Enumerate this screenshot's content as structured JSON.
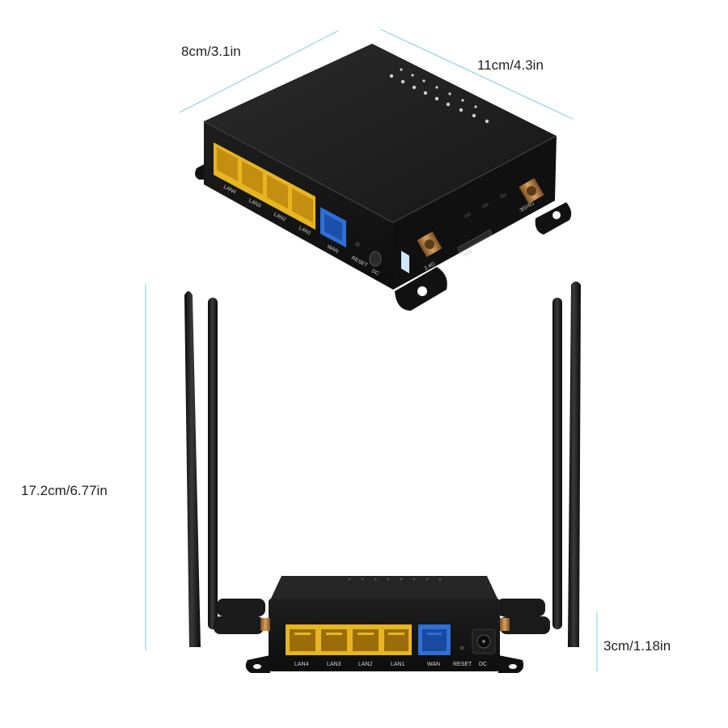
{
  "dimensions": {
    "depth": "8cm/3.1in",
    "width": "11cm/4.3in",
    "total_height": "17.2cm/6.77in",
    "body_height": "3cm/1.18in"
  },
  "front_view": {
    "port_labels": [
      "LAN4",
      "LAN3",
      "LAN2",
      "LAN1",
      "WAN",
      "RESET",
      "DC"
    ]
  },
  "top_view": {
    "port_labels": [
      "LAN4",
      "LAN3",
      "LAN2",
      "LAN1",
      "WAN",
      "RESET",
      "DC"
    ],
    "side_labels": [
      "2.4G",
      "SIM",
      "3G/4G"
    ]
  },
  "colors": {
    "router_body": "#141414",
    "lan_port": "#e7b520",
    "wan_port": "#2f6fd6",
    "dimension_line": "#8fd3ec",
    "antenna_connector": "#c08a4a"
  }
}
